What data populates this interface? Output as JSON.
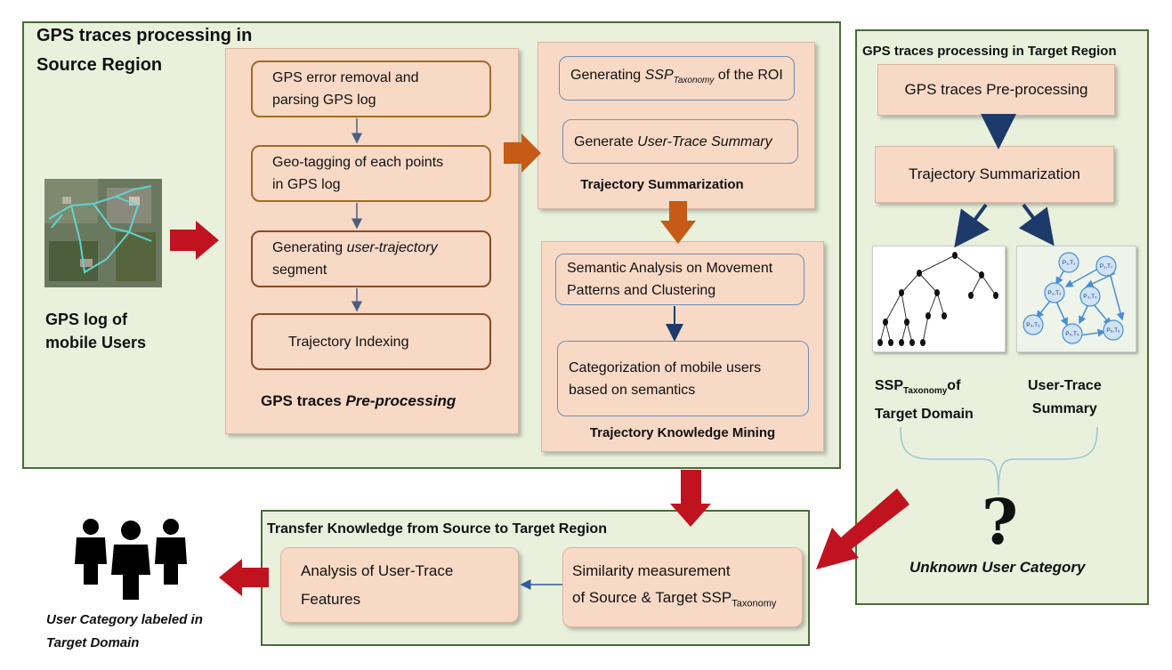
{
  "source_region": {
    "title_line1": "GPS traces processing in",
    "title_line2": "Source  Region",
    "gps_log_label_line1": "GPS log of",
    "gps_log_label_line2": "mobile  Users",
    "preprocessing": {
      "steps": [
        {
          "line1": "GPS error removal and",
          "line2": "parsing GPS log"
        },
        {
          "line1": "Geo-tagging of each points",
          "line2": "in GPS log"
        },
        {
          "line1_prefix": "Generating ",
          "line1_italic": "user-trajectory",
          "line2": "segment"
        },
        {
          "line1": "Trajectory Indexing"
        }
      ],
      "caption_prefix": "GPS traces ",
      "caption_italic": "Pre-processing"
    },
    "summarization": {
      "item1_prefix": "Generating ",
      "item1_ssp": "SSP",
      "item1_sub": "Taxonomy",
      "item1_suffix": " of the ROI",
      "item2_prefix": "Generate ",
      "item2_italic": "User-Trace Summary",
      "caption": "Trajectory Summarization"
    },
    "mining": {
      "item1_line1": "Semantic Analysis on Movement",
      "item1_line2": "Patterns and Clustering",
      "item2_line1": "Categorization of mobile users",
      "item2_line2": "based on semantics",
      "caption": "Trajectory Knowledge Mining"
    }
  },
  "target_region": {
    "title": "GPS traces processing in Target Region",
    "step1": "GPS traces Pre-processing",
    "step2": "Trajectory Summarization",
    "ssp_label_prefix": "SSP",
    "ssp_label_sub": "Taxonomy",
    "ssp_label_suffix": "of",
    "ssp_label_line2": "Target Domain",
    "summary_label_line1": "User-Trace",
    "summary_label_line2": "Summary",
    "question_mark": "?",
    "unknown_caption": "Unknown User Category",
    "graph_nodes": [
      "P₁,T₁",
      "P₁,T₇",
      "P₂,T₂",
      "P₃,T₃",
      "P₄,T₅",
      "P₅,T₄",
      "P₅,T₆"
    ]
  },
  "transfer": {
    "title": "Transfer Knowledge from Source to Target Region",
    "analysis_line1": "Analysis of User-Trace",
    "analysis_line2": "Features",
    "similarity_line1": "Similarity measurement",
    "similarity_line2_prefix": "of  Source & Target SSP",
    "similarity_sub": "Taxonomy"
  },
  "output": {
    "label_line1": "User Category labeled in",
    "label_line2": "Target Domain"
  },
  "colors": {
    "region_bg": "#e9f1dd",
    "region_border": "#4a6a3a",
    "box_fill": "#f8d9c6",
    "red_arrow": "#c1121f",
    "orange_arrow": "#c65a16",
    "navy_arrow": "#1d3a6b"
  },
  "icons": [
    "map-thumbnail",
    "people-icon",
    "tree-diagram",
    "graph-diagram",
    "question-mark"
  ]
}
